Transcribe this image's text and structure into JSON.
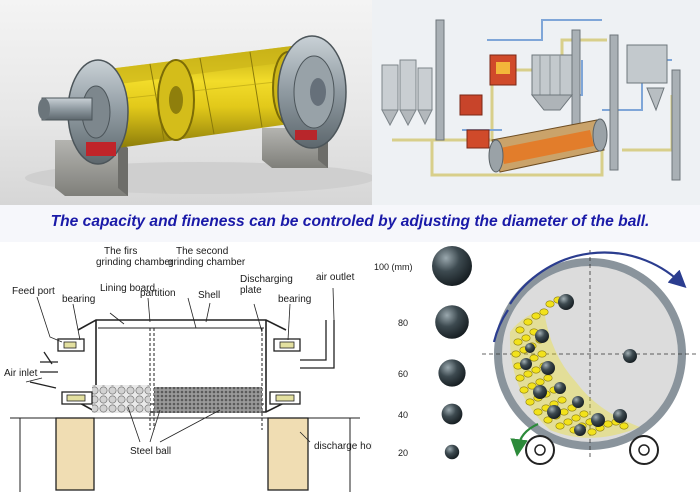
{
  "banner": {
    "text": "The capacity and fineness can be controled by adjusting the diameter of the ball."
  },
  "section_labels": {
    "first_chamber_line1": "The firs",
    "first_chamber_line2": "grinding chamber",
    "second_chamber_line1": "The second",
    "second_chamber_line2": "grinding chamber",
    "feed_port": "Feed port",
    "bearing_left": "bearing",
    "lining_board": "Lining board",
    "partition": "partition",
    "shell": "Shell",
    "discharging_line1": "Discharging",
    "discharging_line2": "plate",
    "bearing_right": "bearing",
    "air_outlet": "air outlet",
    "air_inlet": "Air inlet",
    "steel_ball": "Steel ball",
    "discharge_hole": "discharge hole"
  },
  "ball_sizes": {
    "labels": [
      "100 (mm)",
      "80",
      "60",
      "40",
      "20"
    ],
    "diameters": [
      100,
      80,
      60,
      40,
      20
    ]
  },
  "colors": {
    "banner_text": "#1a1aa8",
    "mill_yellow": "#e8cf1a",
    "mill_grey": "#8a949c",
    "ball_dark": "#2f3a40",
    "charge_yellow": "#f2e21b",
    "rotation_arrow": "#2b3d8f",
    "return_arrow": "#2c8a3a"
  }
}
